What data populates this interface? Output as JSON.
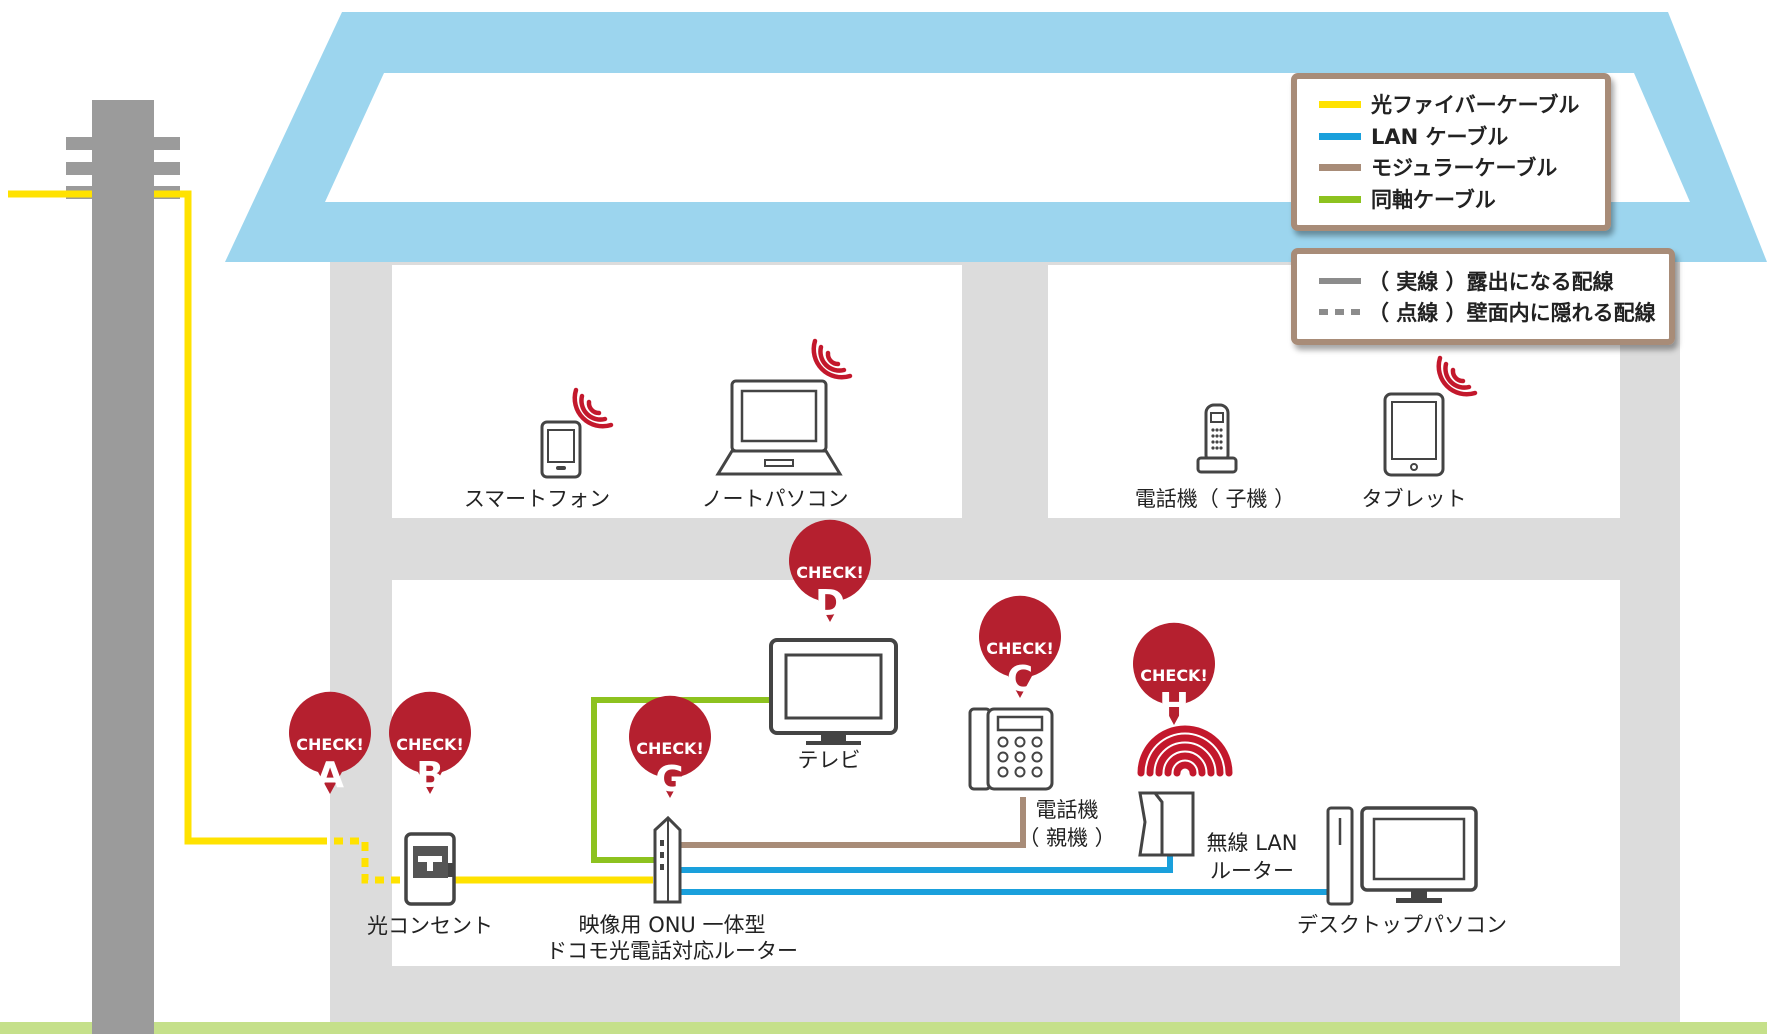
{
  "legend": {
    "items": [
      {
        "label": "光ファイバーケーブル",
        "color": "#FFE200"
      },
      {
        "label": "LAN ケーブル",
        "color": "#1AA0DC"
      },
      {
        "label": "モジュラーケーブル",
        "color": "#A88C78"
      },
      {
        "label": "同軸ケーブル",
        "color": "#8DC21F"
      }
    ],
    "line_styles": [
      {
        "label": "（ 実線 ）露出になる配線"
      },
      {
        "label": "（ 点線 ）壁面内に隠れる配線"
      }
    ]
  },
  "check_markers": [
    {
      "id": "A",
      "prefix": "CHECK!",
      "letter": "A"
    },
    {
      "id": "B",
      "prefix": "CHECK!",
      "letter": "B"
    },
    {
      "id": "C",
      "prefix": "CHECK!",
      "letter": "C"
    },
    {
      "id": "D",
      "prefix": "CHECK!",
      "letter": "D"
    },
    {
      "id": "G",
      "prefix": "CHECK!",
      "letter": "G"
    },
    {
      "id": "H",
      "prefix": "CHECK!",
      "letter": "H"
    }
  ],
  "devices": {
    "smartphone": "スマートフォン",
    "laptop": "ノートパソコン",
    "phone_handset": "電話機（ 子機 ）",
    "tablet": "タブレット",
    "tv": "テレビ",
    "phone_base_line1": "電話機",
    "phone_base_line2": "（ 親機 ）",
    "wireless_router_line1": "無線 LAN",
    "wireless_router_line2": "ルーター",
    "desktop": "デスクトップパソコン",
    "optical_outlet": "光コンセント",
    "onu_line1": "映像用 ONU 一体型",
    "onu_line2": "ドコモ光電話対応ルーター"
  },
  "colors": {
    "roof": "#9CD5EE",
    "wall": "#DCDCDC",
    "pole": "#9B9B9B",
    "ground": "#C5E08A",
    "check": "#B5202F",
    "wifi": "#C3182C",
    "legend_border": "#A88C78"
  }
}
